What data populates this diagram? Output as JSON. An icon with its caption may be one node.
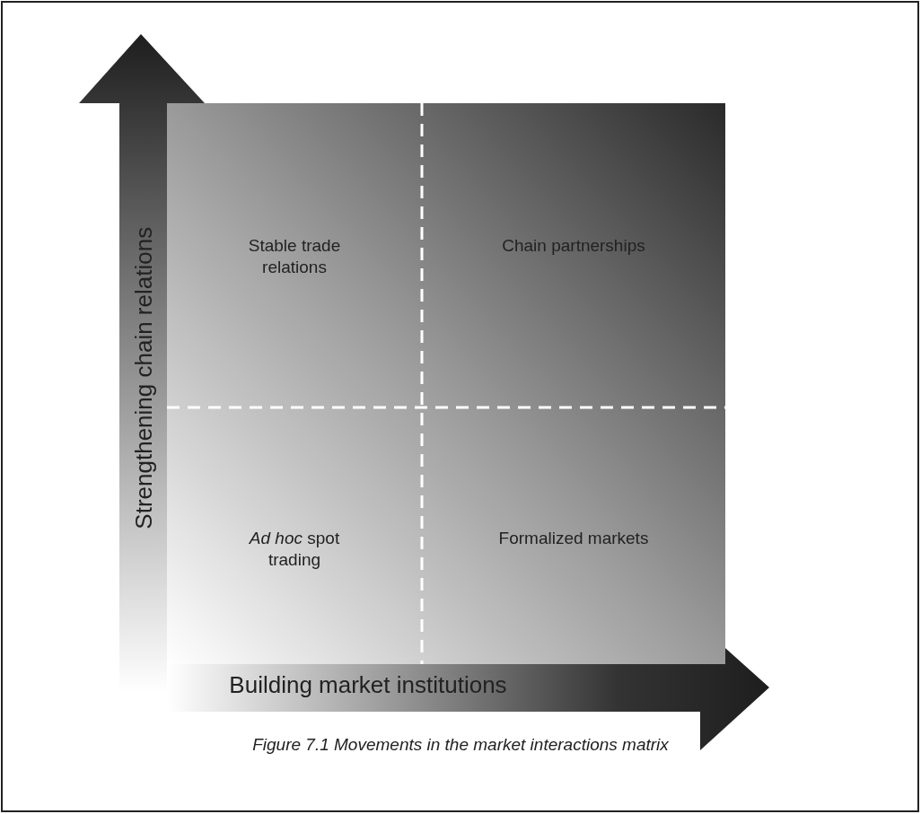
{
  "diagram": {
    "caption": "Figure 7.1 Movements in the market interactions matrix",
    "labels": [
      "Stable trade relations",
      "Chain partnerships",
      "*Ad hoc* spot trading",
      "Formalized markets",
      "Strengthening chain relations",
      "Building market institutions"
    ]
  }
}
